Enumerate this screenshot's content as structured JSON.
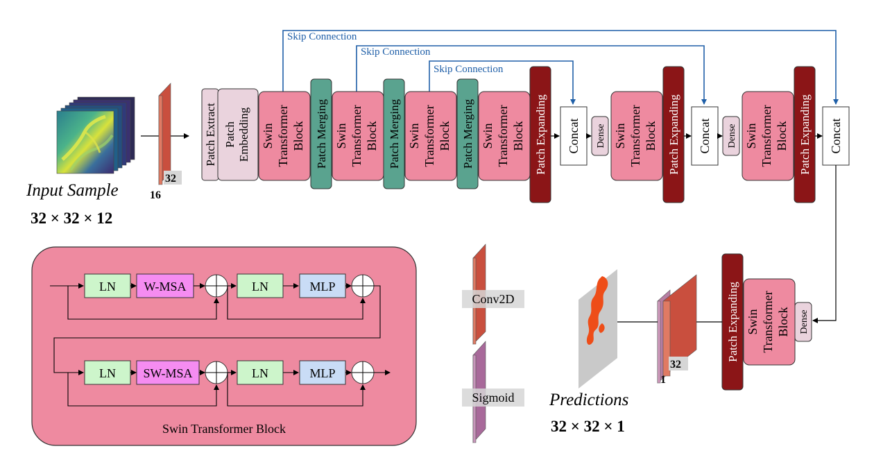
{
  "skip_connections": [
    "Skip Connection",
    "Skip Connection",
    "Skip Connection"
  ],
  "input": {
    "title": "Input Sample",
    "shape": "32 × 32 × 12"
  },
  "patch_dims": {
    "width": "32",
    "height": "16"
  },
  "encoder_blocks": {
    "patch_extract": "Patch Extract",
    "patch_embedding": [
      "Patch",
      "Embedding"
    ],
    "swin": [
      "Swin",
      "Transformer",
      "Block"
    ],
    "patch_merging": "Patch Merging",
    "patch_expanding": "Patch Expanding"
  },
  "decoder_blocks": {
    "concat": "Concat",
    "dense": "Dense"
  },
  "output": {
    "title": "Predictions",
    "shape": "32 × 32 × 1",
    "dims": {
      "width": "32",
      "height": "1"
    }
  },
  "legend": {
    "conv": "Conv2D",
    "sigmoid": "Sigmoid"
  },
  "swin_detail": {
    "title": "Swin Transformer Block",
    "row1": [
      "LN",
      "W-MSA",
      "LN",
      "MLP"
    ],
    "row2": [
      "LN",
      "SW-MSA",
      "LN",
      "MLP"
    ]
  },
  "colors": {
    "swin": "#ee8aa0",
    "merging": "#5aa38f",
    "expanding": "#8b1517",
    "embed": "#ead3dd",
    "conv": "#dd6d5a",
    "sigmoid": "#b77ea3",
    "ln": "#cdf5cb",
    "msa": "#f58cf1",
    "mlp": "#c9dcf6",
    "skip": "#1f5fa8",
    "detail_panel": "#ee8aa0"
  }
}
